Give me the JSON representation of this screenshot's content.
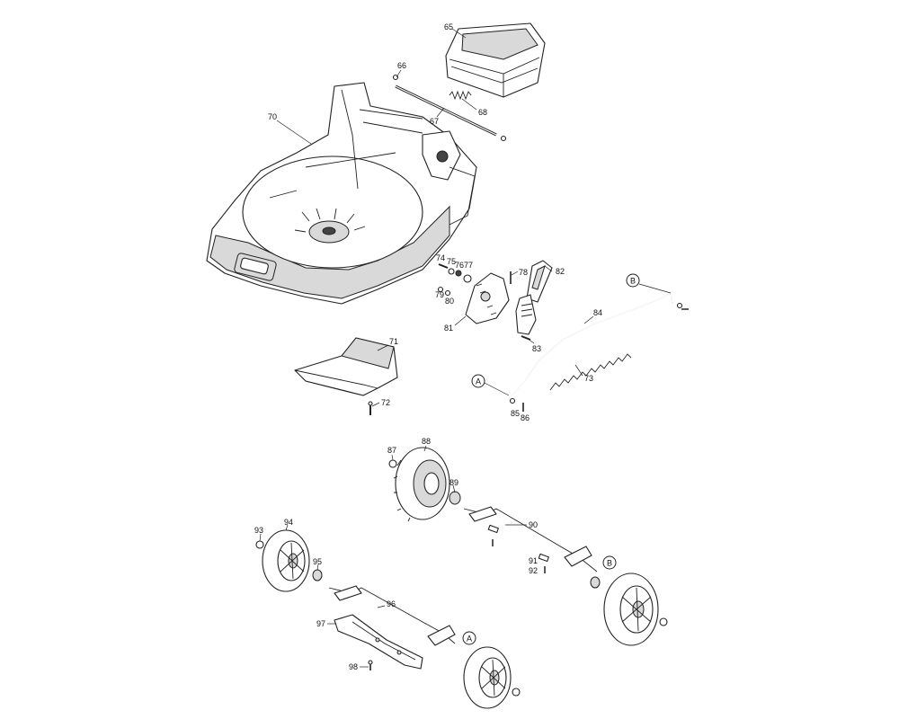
{
  "callouts": {
    "p65": "65",
    "p66": "66",
    "p67": "67",
    "p68": "68",
    "p70": "70",
    "p71": "71",
    "p72": "72",
    "p73": "73",
    "p74": "74",
    "p75": "75",
    "p76": "76",
    "p77": "77",
    "p78": "78",
    "p79": "79",
    "p80": "80",
    "p81": "81",
    "p82": "82",
    "p83": "83",
    "p84": "84",
    "p85": "85",
    "p86": "86",
    "p87": "87",
    "p88": "88",
    "p89": "89",
    "p90": "90",
    "p91": "91",
    "p92": "92",
    "p93": "93",
    "p94": "94",
    "p95": "95",
    "p96": "96",
    "p97": "97",
    "p98": "98"
  },
  "refs": {
    "a": "A",
    "b": "B"
  }
}
